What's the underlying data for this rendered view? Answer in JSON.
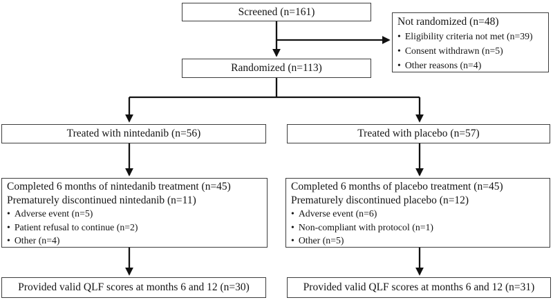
{
  "diagram": {
    "bullet_char": "•",
    "colors": {
      "line": "#111111",
      "border": "#3c3c3c",
      "background": "#ffffff",
      "text": "#141414"
    },
    "boxes": {
      "screened": {
        "label": "Screened (n=161)"
      },
      "not_randomized": {
        "title": "Not randomized (n=48)",
        "bullets": [
          "Eligibility criteria not met (n=39)",
          "Consent withdrawn (n=5)",
          "Other reasons (n=4)"
        ]
      },
      "randomized": {
        "label": "Randomized (n=113)"
      },
      "treated_nintedanib": {
        "label": "Treated with nintedanib (n=56)"
      },
      "treated_placebo": {
        "label": "Treated with placebo (n=57)"
      },
      "outcome_nintedanib": {
        "lines": [
          "Completed 6 months of nintedanib treatment (n=45)",
          "Prematurely discontinued nintedanib (n=11)"
        ],
        "bullets": [
          "Adverse event (n=5)",
          "Patient refusal to continue (n=2)",
          "Other (n=4)"
        ]
      },
      "outcome_placebo": {
        "lines": [
          "Completed 6 months of placebo treatment (n=45)",
          "Prematurely discontinued placebo (n=12)"
        ],
        "bullets": [
          "Adverse event (n=6)",
          "Non-compliant with protocol (n=1)",
          "Other (n=5)"
        ]
      },
      "qlf_nintedanib": {
        "label": "Provided valid QLF scores at months 6 and 12 (n=30)"
      },
      "qlf_placebo": {
        "label": "Provided valid QLF scores at months 6 and 12 (n=31)"
      }
    }
  }
}
